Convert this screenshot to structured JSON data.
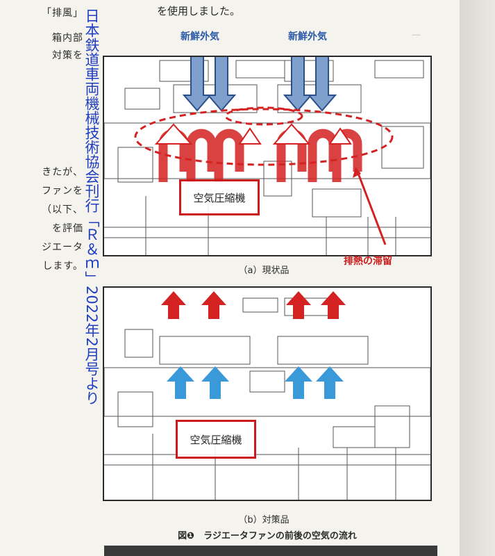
{
  "left_text_lines": [
    "「排風」",
    "箱内部",
    "対策を",
    "",
    "",
    "",
    "",
    "きたが、",
    "ファンを",
    "（以下、",
    "を評価",
    "ジエータ",
    "します。"
  ],
  "vertical_credit": "日本鉄道車両機械技術協会刊行「Ｒ＆ｍ」2022年2月号より",
  "top_text": "を使用しました。",
  "figure_a": {
    "label_fresh_left": "新鮮外気",
    "label_fresh_right": "新鮮外気",
    "compressor_label": "空気圧縮機",
    "heat_label": "排熱の滞留",
    "caption": "（a）現状品"
  },
  "figure_b": {
    "compressor_label": "空気圧縮機",
    "caption": "（b）対策品"
  },
  "figure_title": "図❶　ラジエータファンの前後の空気の流れ",
  "colors": {
    "accent_red": "#cc1a1a",
    "accent_blue": "#2a5aa8",
    "arrow_light_blue": "#3a9ad9",
    "credit_blue": "#1f3fbf"
  }
}
